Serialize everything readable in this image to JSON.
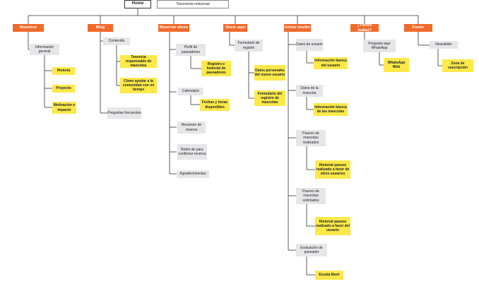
{
  "header": {
    "home": "Home",
    "title": "Taxonomía relacional"
  },
  "columns": [
    {
      "category": "Nosotros",
      "items": [
        {
          "label": "Información general",
          "children": [
            "Historia",
            "Proyecto",
            "Motivación e impacto"
          ]
        }
      ]
    },
    {
      "category": "Blog",
      "items": [
        {
          "label": "Contenido",
          "children": [
            "Tenencia responsable de mascotas",
            "Cómo ayudar a la comunidad con mi tiempo"
          ]
        },
        {
          "label": "Preguntas frecuentes",
          "children": []
        }
      ]
    },
    {
      "category": "Reservar ahora",
      "items": [
        {
          "label": "Perfil de paseadores",
          "children": [
            "Registro e historial de paseadores"
          ]
        },
        {
          "label": "Calendario",
          "children": [
            "Fechas y horas disponibles"
          ]
        },
        {
          "label": "Resumen de reserva",
          "children": []
        },
        {
          "label": "Botón de para confirmar reserva",
          "children": []
        },
        {
          "label": "Agradecimientos",
          "children": []
        }
      ]
    },
    {
      "category": "Únete aquí",
      "items": [
        {
          "label": "Formulario de registro",
          "children": [
            "Datos personales del nuevo usuario",
            "Formulario del registro de mascotas"
          ]
        }
      ]
    },
    {
      "category": "Iniciar sesión",
      "items": [
        {
          "label": "Datos de usuario",
          "children": [
            "Información basica del usuario"
          ]
        },
        {
          "label": "Datos de la mascota",
          "children": [
            "Información básica de las mascotas"
          ]
        },
        {
          "label": "Paseos de mascotas realizados",
          "children": [
            "Historial paseos realizado a favor de otros usuarios"
          ]
        },
        {
          "label": "Paseos de mascotas solicitados",
          "children": [
            "Historial paseos realizado a favor del usuario"
          ]
        },
        {
          "label": "Evaluación de paseador",
          "children": [
            "Escala likert"
          ]
        }
      ]
    },
    {
      "category": "¿Tienes dudas?",
      "items": [
        {
          "label": "Pregunta aquí WhatsApp",
          "children": [
            "WhatsApp Web"
          ]
        }
      ]
    },
    {
      "category": "Footer",
      "items": [
        {
          "label": "Newsletter",
          "children": [
            "Zona de suscripción"
          ]
        }
      ]
    }
  ],
  "colors": {
    "category": "#f06a2a",
    "subitem": "#e6e6e8",
    "leaf": "#fbe94a",
    "line": "#333333"
  }
}
